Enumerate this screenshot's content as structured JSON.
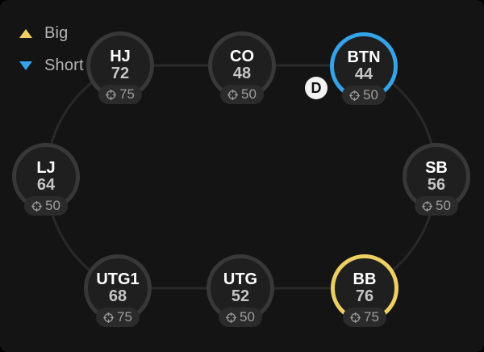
{
  "legend": {
    "items": [
      {
        "label": "Big",
        "direction": "up",
        "color": "#eecf63"
      },
      {
        "label": "Short",
        "direction": "down",
        "color": "#35a3e8"
      }
    ]
  },
  "dealer": {
    "label": "D"
  },
  "seats": [
    {
      "position": "HJ",
      "value": "72",
      "chips": "75",
      "highlight": "none"
    },
    {
      "position": "CO",
      "value": "48",
      "chips": "50",
      "highlight": "none"
    },
    {
      "position": "BTN",
      "value": "44",
      "chips": "50",
      "highlight": "short"
    },
    {
      "position": "SB",
      "value": "56",
      "chips": "50",
      "highlight": "none"
    },
    {
      "position": "BB",
      "value": "76",
      "chips": "75",
      "highlight": "big"
    },
    {
      "position": "UTG",
      "value": "52",
      "chips": "50",
      "highlight": "none"
    },
    {
      "position": "UTG1",
      "value": "68",
      "chips": "75",
      "highlight": "none"
    },
    {
      "position": "LJ",
      "value": "64",
      "chips": "50",
      "highlight": "none"
    }
  ],
  "icons": {
    "chip_icon": "crosshair-target",
    "legend_up_icon": "triangle-up",
    "legend_down_icon": "triangle-down"
  },
  "colors": {
    "background": "#141414",
    "seat-fill": "#1f1f1f",
    "ring": "#383838",
    "path": "#292929",
    "big": "#eecf63",
    "short": "#35a3e8",
    "pill-bg": "#2b2b2b",
    "pill-text": "#9c9c9c",
    "legend-text": "#b4b4b4",
    "dealer-bg": "#f2f2f2",
    "dealer-text": "#111111"
  }
}
